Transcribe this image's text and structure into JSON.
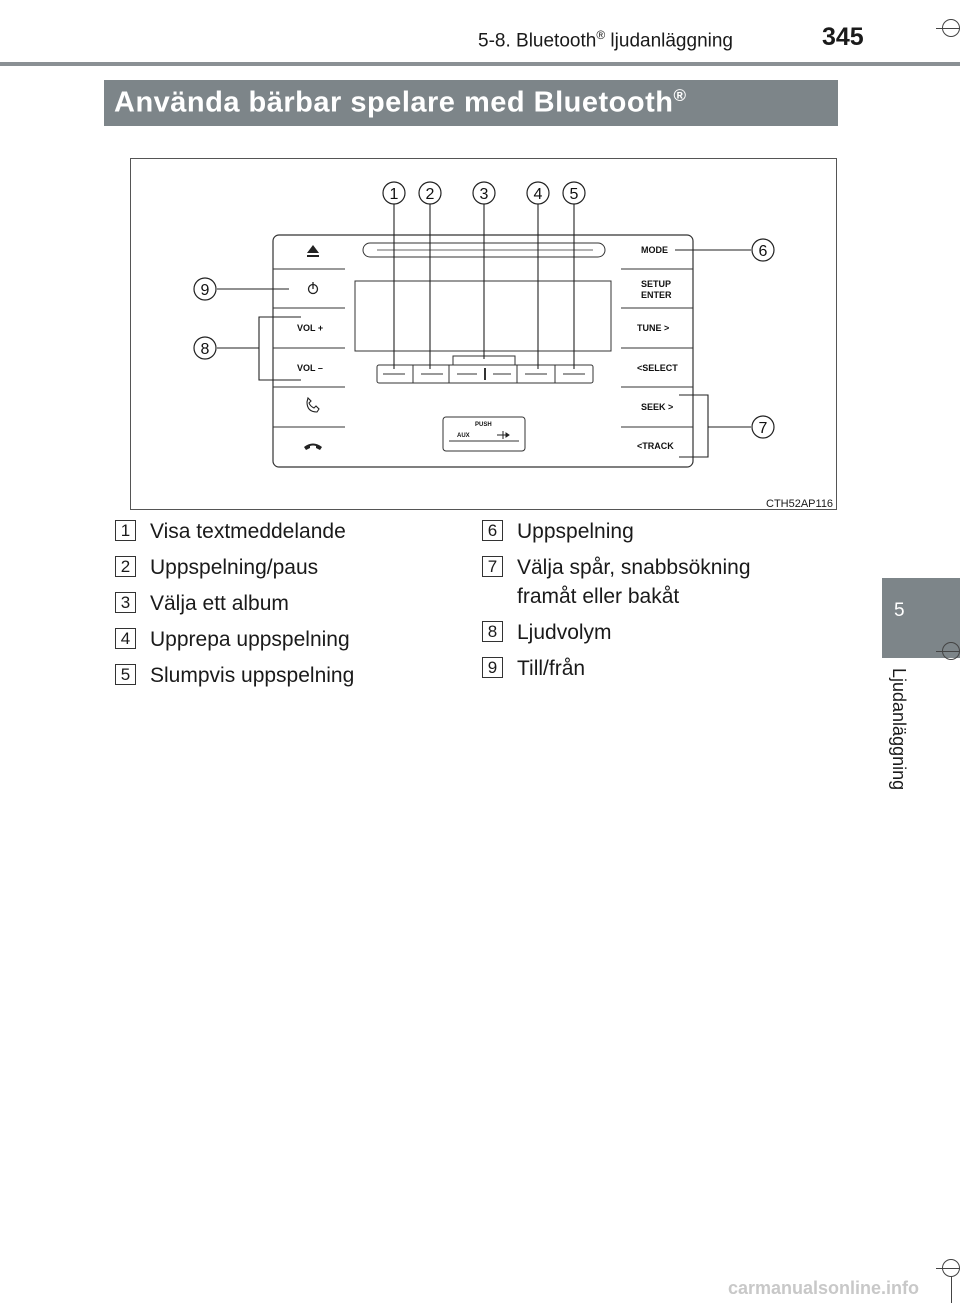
{
  "header": {
    "section_prefix": "5-8. Bluetooth",
    "section_reg": "®",
    "section_suffix": " ljudanläggning",
    "page_number": "345"
  },
  "title": {
    "text": "Använda bärbar spelare med Bluetooth",
    "reg": "®"
  },
  "side_tab": {
    "chapter": "5",
    "label": "Ljudanläggning"
  },
  "figure": {
    "code": "CTH52AP116",
    "callouts": [
      "1",
      "2",
      "3",
      "4",
      "5",
      "6",
      "7",
      "8",
      "9"
    ],
    "left_buttons": [
      "VOL +",
      "VOL –"
    ],
    "right_buttons": [
      "MODE",
      "SETUP",
      "ENTER",
      "TUNE >",
      "<SELECT",
      "SEEK >",
      "<TRACK"
    ],
    "usb_labels": {
      "push": "PUSH",
      "aux": "AUX"
    }
  },
  "legend": {
    "items": [
      {
        "num": "1",
        "text": "Visa textmeddelande"
      },
      {
        "num": "2",
        "text": "Uppspelning/paus"
      },
      {
        "num": "3",
        "text": "Välja ett album"
      },
      {
        "num": "4",
        "text": "Upprepa uppspelning"
      },
      {
        "num": "5",
        "text": "Slumpvis uppspelning"
      },
      {
        "num": "6",
        "text": "Uppspelning"
      },
      {
        "num": "7",
        "text": "Välja spår, snabbsökning framåt eller bakåt"
      },
      {
        "num": "8",
        "text": "Ljudvolym"
      },
      {
        "num": "9",
        "text": "Till/från"
      }
    ]
  },
  "watermark": "carmanualsonline.info",
  "colors": {
    "bar": "#7d8589",
    "rule": "#8a9094"
  }
}
